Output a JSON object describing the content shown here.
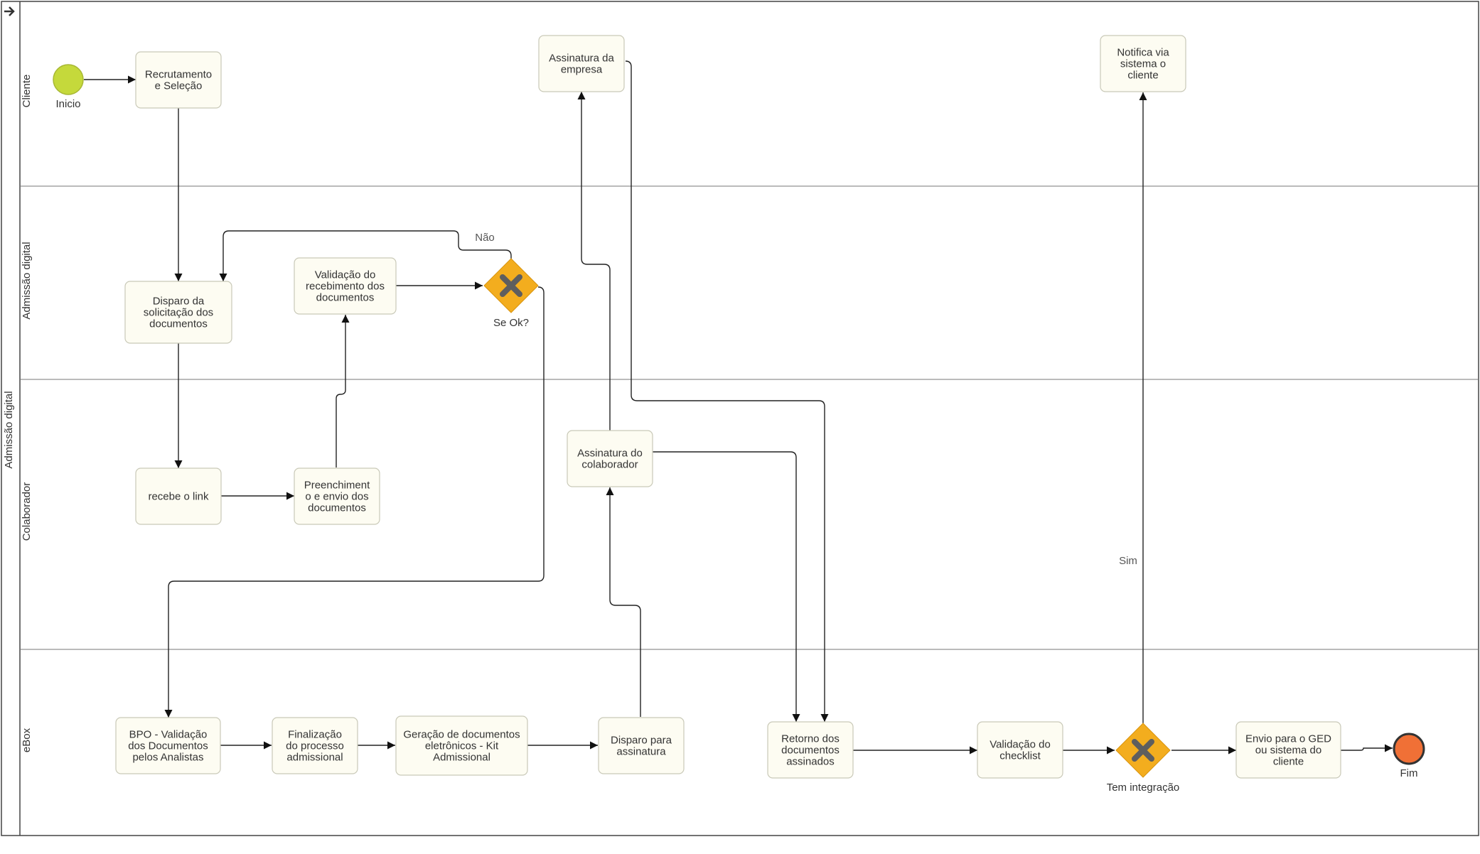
{
  "pool": {
    "label": "Admissão digital"
  },
  "lanes": [
    {
      "id": "cliente",
      "label": "Cliente"
    },
    {
      "id": "admissao",
      "label": "Admissão digital"
    },
    {
      "id": "colaborador",
      "label": "Colaborador"
    },
    {
      "id": "ebox",
      "label": "eBox"
    }
  ],
  "events": {
    "start": {
      "label": "Inicio",
      "color": "#c5d93b"
    },
    "end": {
      "label": "Fim",
      "color": "#f07036"
    }
  },
  "tasks": {
    "recrutamento": [
      "Recrutamento",
      "e Seleção"
    ],
    "disparo_solicitacao": [
      "Disparo da",
      "solicitação dos",
      "documentos"
    ],
    "validacao_recebimento": [
      "Validação do",
      "recebimento dos",
      "documentos"
    ],
    "recebe_link": [
      "recebe o link"
    ],
    "preenchimento": [
      "Preenchiment",
      "o e envio dos",
      "documentos"
    ],
    "bpo_validacao": [
      "BPO - Validação",
      "dos Documentos",
      "pelos Analistas"
    ],
    "finalizacao": [
      "Finalização",
      "do processo",
      "admissional"
    ],
    "geracao": [
      "Geração de documentos",
      "eletrônicos - Kit",
      "Admissional"
    ],
    "disparo_assinatura": [
      "Disparo para",
      "assinatura"
    ],
    "assinatura_colaborador": [
      "Assinatura do",
      "colaborador"
    ],
    "assinatura_empresa": [
      "Assinatura da",
      "empresa"
    ],
    "retorno": [
      "Retorno dos",
      "documentos",
      "assinados"
    ],
    "validacao_checklist": [
      "Validação do",
      "checklist"
    ],
    "envio_ged": [
      "Envio para o GED",
      "ou sistema do",
      "cliente"
    ],
    "notifica": [
      "Notifica via",
      "sistema o",
      "cliente"
    ]
  },
  "gateways": {
    "se_ok": {
      "label": "Se Ok?",
      "color": "#f3ad1e"
    },
    "tem_integracao": {
      "label": "Tem integração",
      "color": "#f3ad1e"
    }
  },
  "flow_labels": {
    "nao": "Não",
    "sim": "Sim"
  },
  "colors": {
    "task_fill": "#fdfcf2",
    "task_stroke": "#c9c9b8",
    "line": "#222222"
  }
}
